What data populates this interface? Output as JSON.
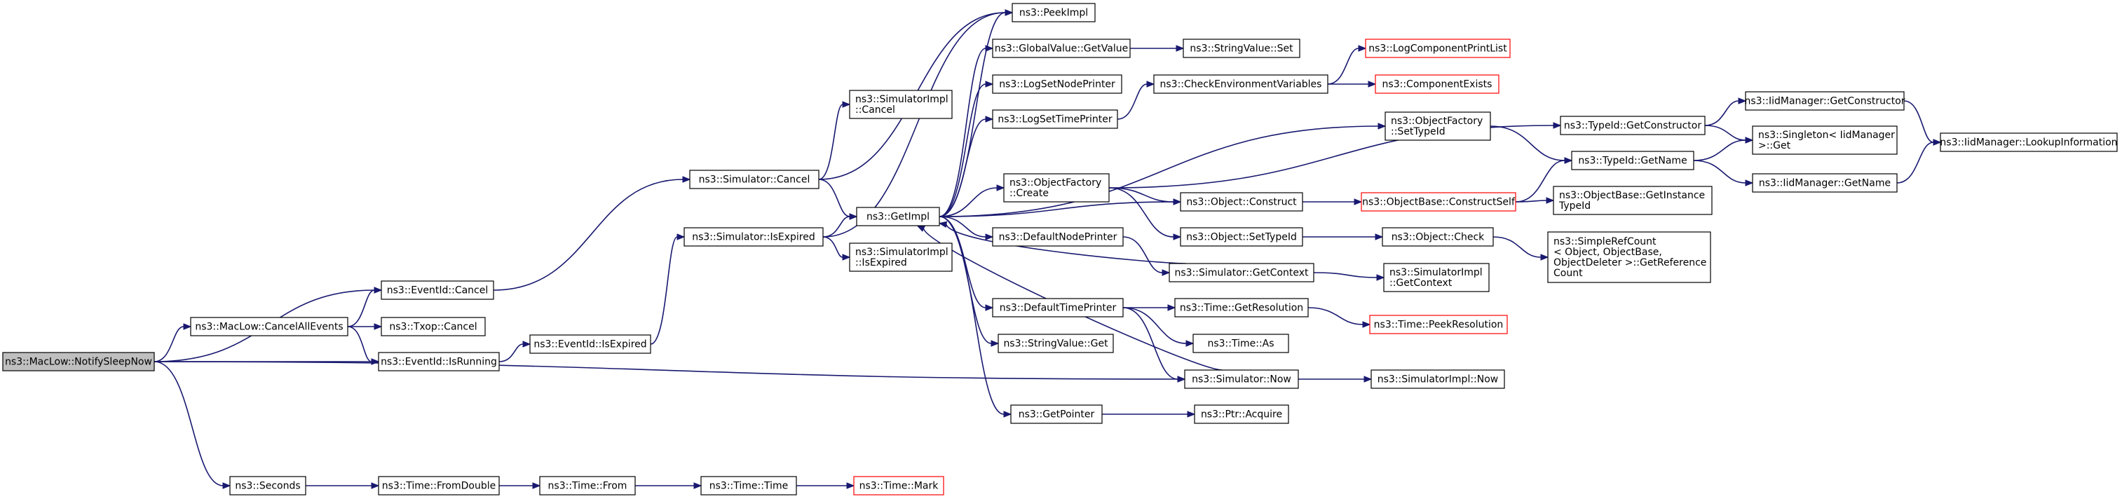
{
  "graph": {
    "colors": {
      "edge": "#191970",
      "box_border": "#000000",
      "root_fill": "#bfbfbf",
      "truncated_border": "#ff0000"
    },
    "nodes": [
      {
        "id": "root",
        "lines": [
          "ns3::MacLow::NotifySleepNow"
        ],
        "root": true
      },
      {
        "id": "cancelAll",
        "lines": [
          "ns3::MacLow::CancelAllEvents"
        ]
      },
      {
        "id": "seconds",
        "lines": [
          "ns3::Seconds"
        ]
      },
      {
        "id": "eidCancel",
        "lines": [
          "ns3::EventId::Cancel"
        ]
      },
      {
        "id": "txopCancel",
        "lines": [
          "ns3::Txop::Cancel"
        ]
      },
      {
        "id": "eidRunning",
        "lines": [
          "ns3::EventId::IsRunning"
        ]
      },
      {
        "id": "fromDouble",
        "lines": [
          "ns3::Time::FromDouble"
        ]
      },
      {
        "id": "eidExpired",
        "lines": [
          "ns3::EventId::IsExpired"
        ]
      },
      {
        "id": "timeFrom",
        "lines": [
          "ns3::Time::From"
        ]
      },
      {
        "id": "simCancel",
        "lines": [
          "ns3::Simulator::Cancel"
        ]
      },
      {
        "id": "simIsExpired",
        "lines": [
          "ns3::Simulator::IsExpired"
        ]
      },
      {
        "id": "timeTime",
        "lines": [
          "ns3::Time::Time"
        ]
      },
      {
        "id": "simImplCancel",
        "lines": [
          "ns3::SimulatorImpl",
          "::Cancel"
        ]
      },
      {
        "id": "getImpl",
        "lines": [
          "ns3::GetImpl"
        ]
      },
      {
        "id": "simImplIsExpired",
        "lines": [
          "ns3::SimulatorImpl",
          "::IsExpired"
        ]
      },
      {
        "id": "timeMark",
        "lines": [
          "ns3::Time::Mark"
        ],
        "truncated": true
      },
      {
        "id": "peekImpl",
        "lines": [
          "ns3::PeekImpl"
        ]
      },
      {
        "id": "gvGetValue",
        "lines": [
          "ns3::GlobalValue::GetValue"
        ]
      },
      {
        "id": "logSetNode",
        "lines": [
          "ns3::LogSetNodePrinter"
        ]
      },
      {
        "id": "logSetTime",
        "lines": [
          "ns3::LogSetTimePrinter"
        ]
      },
      {
        "id": "ofCreate",
        "lines": [
          "ns3::ObjectFactory",
          "::Create"
        ]
      },
      {
        "id": "defNodePrinter",
        "lines": [
          "ns3::DefaultNodePrinter"
        ]
      },
      {
        "id": "defTimePrinter",
        "lines": [
          "ns3::DefaultTimePrinter"
        ]
      },
      {
        "id": "svGet",
        "lines": [
          "ns3::StringValue::Get"
        ]
      },
      {
        "id": "getPointer",
        "lines": [
          "ns3::GetPointer"
        ]
      },
      {
        "id": "svSet",
        "lines": [
          "ns3::StringValue::Set"
        ]
      },
      {
        "id": "checkEnv",
        "lines": [
          "ns3::CheckEnvironmentVariables"
        ]
      },
      {
        "id": "ofSetTypeId",
        "lines": [
          "ns3::ObjectFactory",
          "::SetTypeId"
        ]
      },
      {
        "id": "objConstruct",
        "lines": [
          "ns3::Object::Construct"
        ]
      },
      {
        "id": "objSetTypeId",
        "lines": [
          "ns3::Object::SetTypeId"
        ]
      },
      {
        "id": "simGetContext",
        "lines": [
          "ns3::Simulator::GetContext"
        ]
      },
      {
        "id": "getResolution",
        "lines": [
          "ns3::Time::GetResolution"
        ]
      },
      {
        "id": "timeAs",
        "lines": [
          "ns3::Time::As"
        ]
      },
      {
        "id": "simNow",
        "lines": [
          "ns3::Simulator::Now"
        ]
      },
      {
        "id": "ptrAcquire",
        "lines": [
          "ns3::Ptr::Acquire"
        ]
      },
      {
        "id": "logCompPrint",
        "lines": [
          "ns3::LogComponentPrintList"
        ],
        "truncated": true
      },
      {
        "id": "compExists",
        "lines": [
          "ns3::ComponentExists"
        ],
        "truncated": true
      },
      {
        "id": "obConstructSelf",
        "lines": [
          "ns3::ObjectBase::ConstructSelf"
        ],
        "truncated": true
      },
      {
        "id": "objCheck",
        "lines": [
          "ns3::Object::Check"
        ]
      },
      {
        "id": "simImplGetContext",
        "lines": [
          "ns3::SimulatorImpl",
          "::GetContext"
        ]
      },
      {
        "id": "peekResolution",
        "lines": [
          "ns3::Time::PeekResolution"
        ],
        "truncated": true
      },
      {
        "id": "simImplNow",
        "lines": [
          "ns3::SimulatorImpl::Now"
        ]
      },
      {
        "id": "typeIdGetCtor",
        "lines": [
          "ns3::TypeId::GetConstructor"
        ]
      },
      {
        "id": "typeIdGetName",
        "lines": [
          "ns3::TypeId::GetName"
        ]
      },
      {
        "id": "obGetInstTypeId",
        "lines": [
          "ns3::ObjectBase::GetInstance",
          "TypeId"
        ]
      },
      {
        "id": "simpleRefCount",
        "lines": [
          "ns3::SimpleRefCount",
          "< Object, ObjectBase,",
          " ObjectDeleter >::GetReference",
          "Count"
        ]
      },
      {
        "id": "iidGetCtor",
        "lines": [
          "ns3::IidManager::GetConstructor"
        ]
      },
      {
        "id": "singletonGet",
        "lines": [
          "ns3::Singleton< IidManager",
          " >::Get"
        ]
      },
      {
        "id": "iidGetName",
        "lines": [
          "ns3::IidManager::GetName"
        ]
      },
      {
        "id": "iidLookup",
        "lines": [
          "ns3::IidManager::LookupInformation"
        ]
      }
    ],
    "edges": [
      [
        "root",
        "eidCancel"
      ],
      [
        "root",
        "cancelAll"
      ],
      [
        "root",
        "eidRunning"
      ],
      [
        "root",
        "simNow"
      ],
      [
        "root",
        "seconds"
      ],
      [
        "cancelAll",
        "eidCancel"
      ],
      [
        "cancelAll",
        "txopCancel"
      ],
      [
        "cancelAll",
        "eidRunning"
      ],
      [
        "eidCancel",
        "simCancel"
      ],
      [
        "eidRunning",
        "eidExpired"
      ],
      [
        "eidExpired",
        "simIsExpired"
      ],
      [
        "seconds",
        "fromDouble"
      ],
      [
        "fromDouble",
        "timeFrom"
      ],
      [
        "timeFrom",
        "timeTime"
      ],
      [
        "timeTime",
        "timeMark"
      ],
      [
        "simCancel",
        "simImplCancel"
      ],
      [
        "simCancel",
        "getImpl"
      ],
      [
        "simCancel",
        "peekImpl"
      ],
      [
        "simIsExpired",
        "getImpl"
      ],
      [
        "simIsExpired",
        "simImplIsExpired"
      ],
      [
        "simIsExpired",
        "peekImpl"
      ],
      [
        "getImpl",
        "peekImpl"
      ],
      [
        "getImpl",
        "gvGetValue"
      ],
      [
        "getImpl",
        "logSetNode"
      ],
      [
        "getImpl",
        "logSetTime"
      ],
      [
        "getImpl",
        "ofCreate"
      ],
      [
        "getImpl",
        "defNodePrinter"
      ],
      [
        "getImpl",
        "defTimePrinter"
      ],
      [
        "getImpl",
        "svGet"
      ],
      [
        "getImpl",
        "getPointer"
      ],
      [
        "getImpl",
        "ofSetTypeId"
      ],
      [
        "getImpl",
        "objConstruct"
      ],
      [
        "gvGetValue",
        "svSet"
      ],
      [
        "logSetTime",
        "checkEnv"
      ],
      [
        "checkEnv",
        "logCompPrint"
      ],
      [
        "checkEnv",
        "compExists"
      ],
      [
        "ofCreate",
        "objConstruct"
      ],
      [
        "ofCreate",
        "objSetTypeId"
      ],
      [
        "ofCreate",
        "typeIdGetCtor"
      ],
      [
        "objConstruct",
        "obConstructSelf"
      ],
      [
        "objSetTypeId",
        "objCheck"
      ],
      [
        "objCheck",
        "simpleRefCount"
      ],
      [
        "defNodePrinter",
        "simGetContext"
      ],
      [
        "simGetContext",
        "getImpl"
      ],
      [
        "simGetContext",
        "simImplGetContext"
      ],
      [
        "defTimePrinter",
        "getResolution"
      ],
      [
        "defTimePrinter",
        "timeAs"
      ],
      [
        "defTimePrinter",
        "simNow"
      ],
      [
        "getResolution",
        "peekResolution"
      ],
      [
        "simNow",
        "getImpl"
      ],
      [
        "simNow",
        "simImplNow"
      ],
      [
        "getPointer",
        "ptrAcquire"
      ],
      [
        "ofSetTypeId",
        "typeIdGetName"
      ],
      [
        "obConstructSelf",
        "typeIdGetName"
      ],
      [
        "obConstructSelf",
        "obGetInstTypeId"
      ],
      [
        "typeIdGetCtor",
        "iidGetCtor"
      ],
      [
        "typeIdGetCtor",
        "singletonGet"
      ],
      [
        "typeIdGetName",
        "singletonGet"
      ],
      [
        "typeIdGetName",
        "iidGetName"
      ],
      [
        "iidGetCtor",
        "iidLookup"
      ],
      [
        "iidGetName",
        "iidLookup"
      ]
    ]
  }
}
